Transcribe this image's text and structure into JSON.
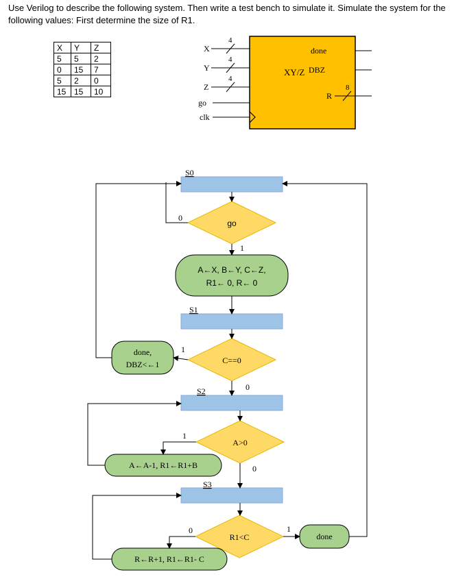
{
  "intro_text": "Use Verilog to describe the following system. Then write a test bench to simulate it. Simulate the system for the following values: First determine the size of R1.",
  "table": {
    "headers": [
      "X",
      "Y",
      "Z"
    ],
    "rows": [
      [
        "5",
        "5",
        "2"
      ],
      [
        "0",
        "15",
        "7"
      ],
      [
        "5",
        "2",
        "0"
      ],
      [
        "15",
        "15",
        "10"
      ]
    ]
  },
  "block": {
    "name": "XY/Z",
    "inputs": [
      "X",
      "Y",
      "Z",
      "go",
      "clk"
    ],
    "input_widths": [
      "4",
      "4",
      "4"
    ],
    "outputs": [
      "done",
      "DBZ",
      "R"
    ],
    "output_width_r": "8",
    "fill": "#FFC000"
  },
  "asm": {
    "states": [
      "S0",
      "S1",
      "S2",
      "S3"
    ],
    "decisions": [
      "go",
      "C==0",
      "A>0",
      "R1<C"
    ],
    "actions": {
      "init": [
        "A←X, B←Y, C←Z,",
        "R1← 0, R← 0"
      ],
      "dbz": [
        "done,",
        "DBZ<←1"
      ],
      "sub": "A←A-1, R1←R1+B",
      "div": "R←R+1, R1←R1- C",
      "done": "done"
    },
    "branch_labels": {
      "go_0": "0",
      "go_1": "1",
      "c_1": "1",
      "c_0": "0",
      "a_1": "1",
      "a_0": "0",
      "r_0": "0",
      "r_1": "1"
    },
    "colors": {
      "state": "#9DC3E6",
      "decision": "#FFD966",
      "action": "#A9D18E"
    }
  }
}
